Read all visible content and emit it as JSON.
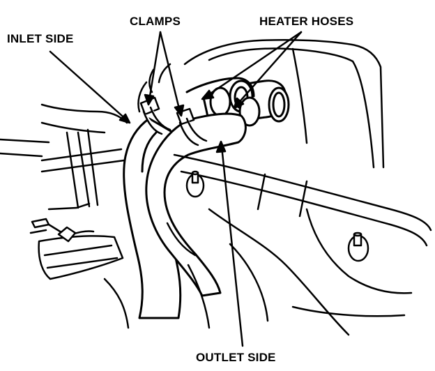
{
  "labels": {
    "inlet_side": "INLET SIDE",
    "clamps": "CLAMPS",
    "heater_hoses": "HEATER HOSES",
    "outlet_side": "OUTLET SIDE"
  },
  "colors": {
    "ink": "#000000",
    "paper": "#ffffff"
  }
}
